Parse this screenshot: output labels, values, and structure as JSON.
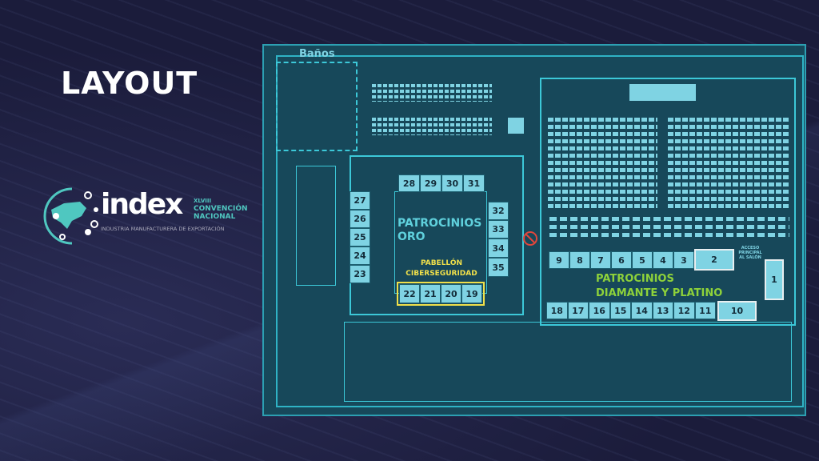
{
  "slide": {
    "title": "LAYOUT"
  },
  "logo": {
    "word": "index",
    "edition": "XLVIII",
    "convention": "CONVENCIÓN",
    "national": "NACIONAL",
    "subtitle": "INDUSTRIA MANUFACTURERA DE EXPORTACIÓN"
  },
  "plan": {
    "restrooms": "Baños",
    "gold": "PATROCINIOS ORO",
    "gold_l1": "PATROCINIOS",
    "gold_l2": "ORO",
    "pavilion_l1": "PABELLÓN",
    "pavilion_l2": "CIBERSEGURIDAD",
    "diamond_l1": "PATROCINIOS",
    "diamond_l2": "DIAMANTE Y PLATINO",
    "main_access": "ACCESO PRINCIPAL AL SALÓN",
    "booths_left": [
      "27",
      "26",
      "25",
      "24",
      "23"
    ],
    "booths_top": [
      "28",
      "29",
      "30",
      "31"
    ],
    "booths_right": [
      "32",
      "33",
      "34",
      "35"
    ],
    "booths_pavilion": [
      "22",
      "21",
      "20",
      "19"
    ],
    "booths_row1": [
      "9",
      "8",
      "7",
      "6",
      "5",
      "4",
      "3"
    ],
    "booth_2": "2",
    "booth_1": "1",
    "booths_row2": [
      "18",
      "17",
      "16",
      "15",
      "14",
      "13",
      "12",
      "11"
    ],
    "booth_10": "10",
    "colors": {
      "bg": "#17485a",
      "booth": "#7fd3e3",
      "line": "#3cc8d8",
      "gold_text": "#5fd0dc",
      "pavilion": "#f0e04a",
      "diamond": "#8ed23a"
    }
  }
}
